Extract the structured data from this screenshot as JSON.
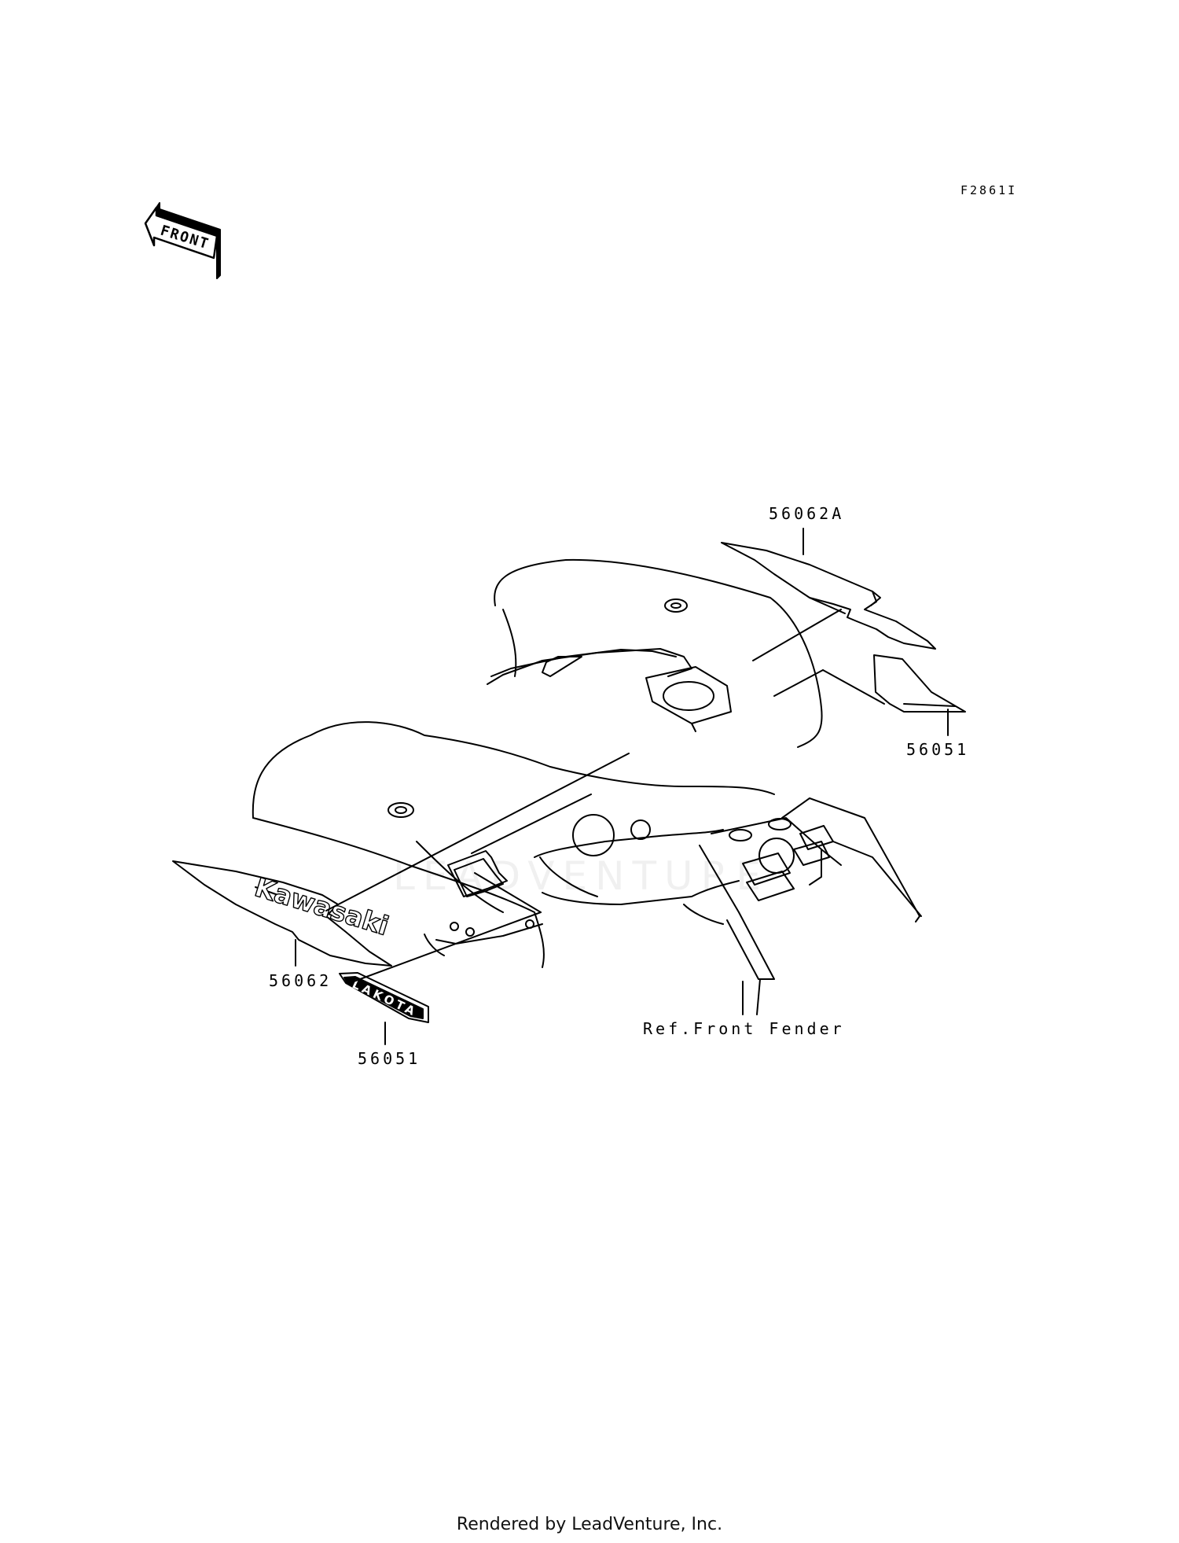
{
  "figure_code": "F2861I",
  "direction_label": "FRONT",
  "parts": {
    "decal_top_right": "56062A",
    "emblem_right": "56051",
    "kawasaki_decal": "56062",
    "lakota_emblem": "56051"
  },
  "reference_label": "Ref.Front Fender",
  "decal_text": {
    "kawasaki": "Kawasaki",
    "lakota": "LAKOTA"
  },
  "watermark": "LEADVENTURE",
  "footer": "Rendered by LeadVenture, Inc."
}
